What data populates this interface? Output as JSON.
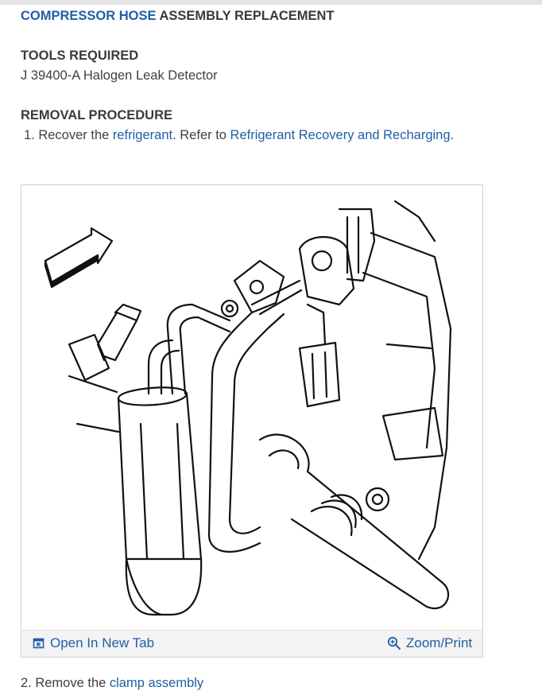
{
  "title": {
    "highlight": "COMPRESSOR HOSE",
    "rest": " ASSEMBLY REPLACEMENT"
  },
  "tools": {
    "heading": "TOOLS REQUIRED",
    "item": "J 39400-A Halogen Leak Detector"
  },
  "removal": {
    "heading": "REMOVAL PROCEDURE",
    "step1": {
      "prefix": "1. Recover the ",
      "link1": "refrigerant",
      "middle": ". Refer to ",
      "link2": "Refrigerant Recovery and Recharging",
      "suffix": "."
    },
    "step2": {
      "prefix": "2. Remove the ",
      "link": "clamp assembly"
    }
  },
  "figure": {
    "open_label": "Open In New Tab",
    "zoom_label": "Zoom/Print",
    "open_icon": "open-in-new-tab-icon",
    "zoom_icon": "zoom-icon"
  },
  "colors": {
    "link": "#1f5fa6",
    "text": "#404040",
    "footer_bg": "#f3f3f3"
  }
}
